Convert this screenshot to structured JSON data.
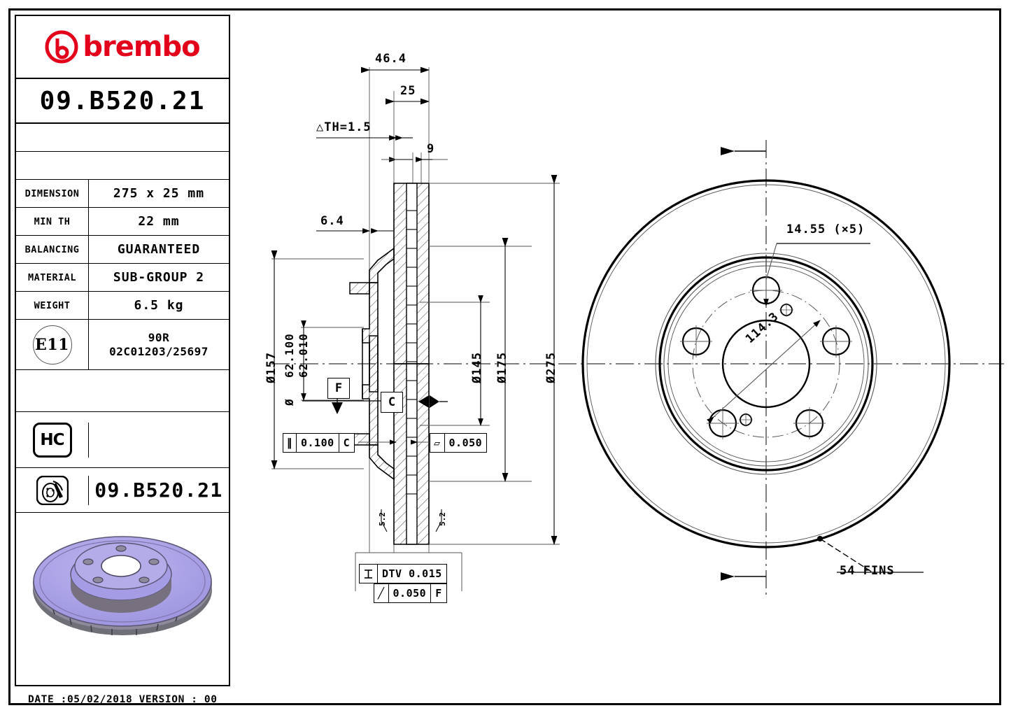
{
  "title_block": {
    "brand": "brembo",
    "part_number": "09.B520.21",
    "part_number_bottom": "09.B520.21",
    "specs": [
      {
        "label": "DIMENSION",
        "value": "275 x 25 mm"
      },
      {
        "label": "MIN TH",
        "value": "22 mm"
      },
      {
        "label": "BALANCING",
        "value": "GUARANTEED"
      },
      {
        "label": "MATERIAL",
        "value": "SUB-GROUP 2"
      },
      {
        "label": "WEIGHT",
        "value": "6.5 kg"
      }
    ],
    "homologation": {
      "badge": "E11",
      "line1": "90R",
      "line2": "02C01203/25697"
    },
    "hc_badge": "HC",
    "disc_render_color": "#a9a2e6"
  },
  "footer": {
    "text": "DATE :05/02/2018 VERSION : 00"
  },
  "section_view": {
    "dims": {
      "overall_width": "46.4",
      "hat_offset": "25",
      "vane_width": "9",
      "th_tolerance": "△TH=1.5",
      "hat_height": "6.4",
      "bore_outer": "Ø157",
      "bore_upper_tol": "62.100",
      "bore_lower_tol": "62.010",
      "bore_sym": "Ø",
      "inner_pad": "Ø145",
      "mid_dia": "Ø175",
      "outer_dia": "Ø275"
    },
    "datums": [
      {
        "name": "F"
      },
      {
        "name": "C"
      }
    ],
    "gdt_frames": [
      {
        "symbol": "∥",
        "tolerance": "0.100",
        "datum": "C"
      },
      {
        "symbol": "▱",
        "tolerance": "0.050",
        "datum": ""
      },
      {
        "symbol": "DTV",
        "tolerance": "DTV 0.015",
        "datum": ""
      },
      {
        "symbol": "╱",
        "tolerance": "0.050",
        "datum": "F"
      }
    ],
    "surface_marks": [
      "5.2",
      "5.2"
    ]
  },
  "face_view": {
    "bolt_hole_note": "14.55 (×5)",
    "pcd_note": "114.3",
    "fins_note": "54 FINS"
  }
}
